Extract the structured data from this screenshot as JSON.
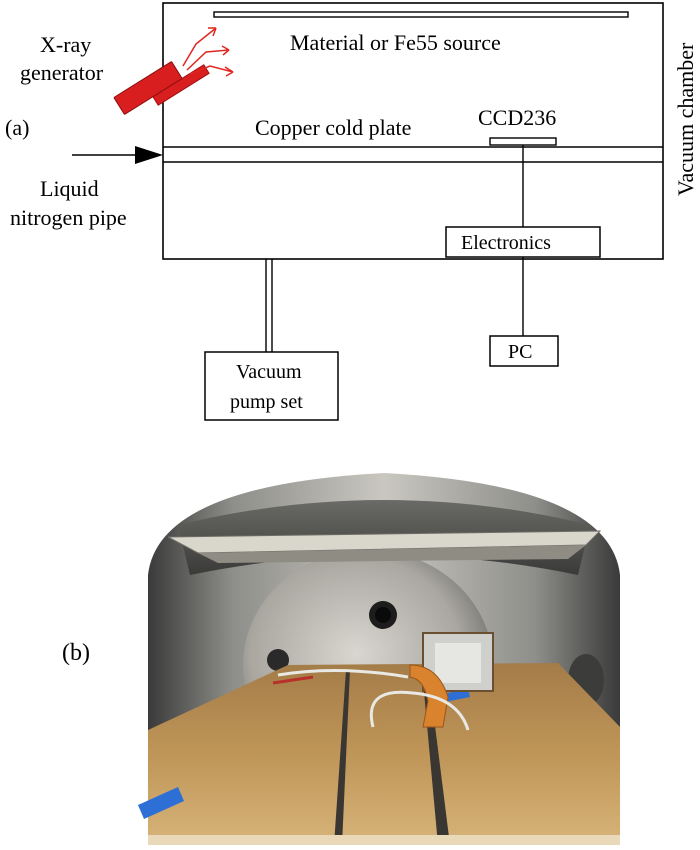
{
  "panel_a": {
    "label": "(a)",
    "source": "Material or Fe55 source",
    "xray_line1": "X-ray",
    "xray_line2": "generator",
    "cold_plate": "Copper cold plate",
    "ccd": "CCD236",
    "ln_line1": "Liquid",
    "ln_line2": "nitrogen pipe",
    "electronics": "Electronics",
    "pc": "PC",
    "pump_line1": "Vacuum",
    "pump_line2": "pump set",
    "chamber": "Vacuum chamber"
  },
  "panel_b": {
    "label": "(b)"
  },
  "colors": {
    "xray_tube": "#d81e1e",
    "xray_rays": "#e0261e",
    "copper_plate": "#b8884a",
    "tape": "#2e6fd6",
    "flex_cable": "#d9832e"
  }
}
